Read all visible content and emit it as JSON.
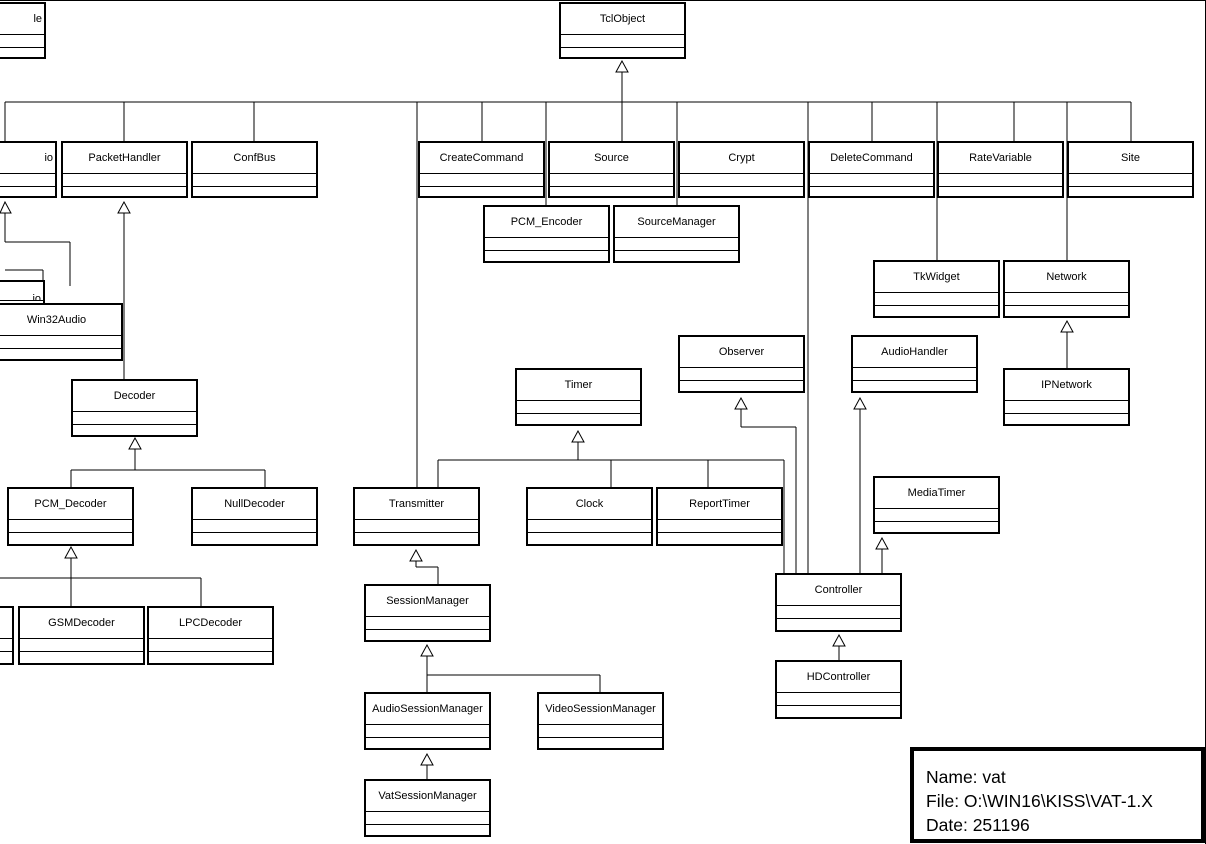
{
  "diagram": {
    "classes": {
      "table_partial": "le",
      "tclobject": "TclObject",
      "audio_partial": "io",
      "packethandler": "PacketHandler",
      "confbus": "ConfBus",
      "createcommand": "CreateCommand",
      "source": "Source",
      "crypt": "Crypt",
      "deletecommand": "DeleteCommand",
      "ratevariable": "RateVariable",
      "site": "Site",
      "pcm_encoder": "PCM_Encoder",
      "sourcemanager": "SourceManager",
      "tkwidget": "TkWidget",
      "network": "Network",
      "audio_sub_partial": "io",
      "win32audio": "Win32Audio",
      "observer": "Observer",
      "audiohandler": "AudioHandler",
      "ipnetwork": "IPNetwork",
      "timer": "Timer",
      "decoder": "Decoder",
      "mediatimer": "MediaTimer",
      "pcm_decoder": "PCM_Decoder",
      "nulldecoder": "NullDecoder",
      "transmitter": "Transmitter",
      "clock": "Clock",
      "reporttimer": "ReportTimer",
      "controller": "Controller",
      "gsmdecoder": "GSMDecoder",
      "lpcdecoder": "LPCDecoder",
      "sessionmanager": "SessionManager",
      "hdcontroller": "HDController",
      "audiosessionmanager": "AudioSessionManager",
      "videosessionmanager": "VideoSessionManager",
      "vatsessionmanager": "VatSessionManager"
    }
  },
  "info_box": {
    "name": "Name: vat",
    "file": "File: O:\\WIN16\\KISS\\VAT-1.X",
    "date": "Date: 251196"
  }
}
